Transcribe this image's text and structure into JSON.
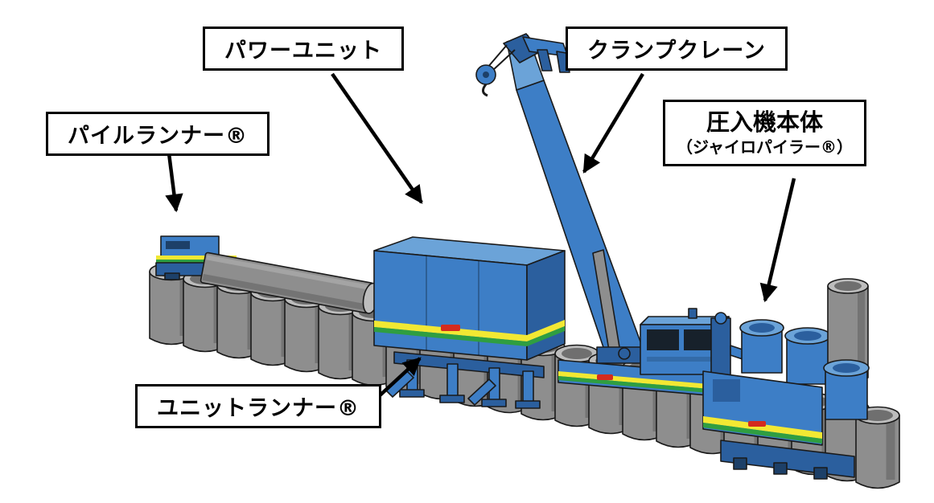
{
  "colors": {
    "background": "#ffffff",
    "outline": "#1a1a1a",
    "machine_blue": "#3d7ec6",
    "machine_blue_light": "#6ba3d8",
    "machine_blue_dark": "#2b5f9e",
    "machine_blue_deep": "#1d4068",
    "pile_gray": "#8e8e8e",
    "pile_gray_light": "#bdbdbd",
    "pile_gray_dark": "#6f6f6f",
    "stripe_yellow": "#f2e833",
    "stripe_green": "#2f9e41",
    "logo_red": "#d42b1e",
    "label_border": "#000000",
    "label_text": "#000000",
    "arrow_black": "#000000"
  },
  "labels": {
    "pile_runner": "パイルランナー®",
    "power_unit": "パワーユニット",
    "clamp_crane": "クランプクレーン",
    "press_in_machine_title": "圧入機本体",
    "press_in_machine_subtitle": "（ジャイロパイラー®）",
    "unit_runner": "ユニットランナー®"
  }
}
